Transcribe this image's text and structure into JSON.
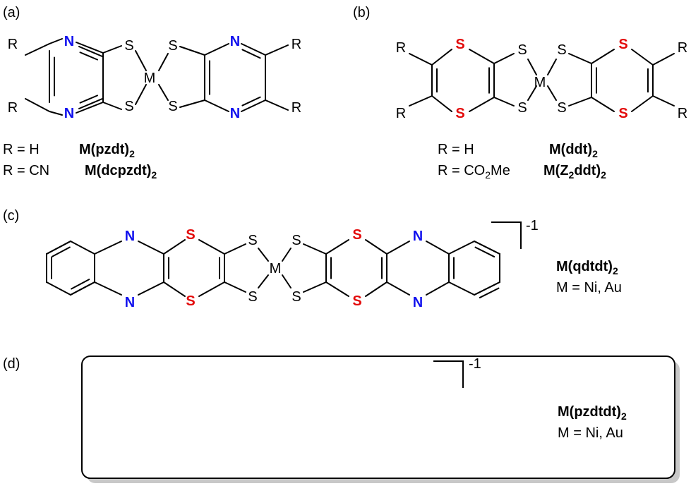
{
  "colors": {
    "nitrogen": "#1010ee",
    "sulfur": "#e30b0b",
    "bond": "#000000",
    "panel_shadow": "#c8c8c8"
  },
  "atoms": {
    "N": "N",
    "S": "S",
    "M": "M",
    "R": "R"
  },
  "panel_a": {
    "tag": "(a)",
    "r_lines": [
      {
        "r_text": "R = H",
        "compound": "M(pzdt)",
        "sub": "2"
      },
      {
        "r_text": "R = CN",
        "compound": "M(dcpzdt)",
        "sub": "2"
      }
    ]
  },
  "panel_b": {
    "tag": "(b)",
    "line1": {
      "r_text": "R = H",
      "compound": "M(ddt)",
      "sub": "2"
    },
    "line2": {
      "r_pre": "R = CO",
      "r_sub": "2",
      "r_post": "Me",
      "compound_pre": "M(Z",
      "compound_sub1": "2",
      "compound_post": "ddt)",
      "compound_sub2": "2"
    }
  },
  "panel_c": {
    "tag": "(c)",
    "charge": "-1",
    "compound": "M(qdtdt)",
    "sub": "2",
    "metal_note": "M = Ni, Au"
  },
  "panel_d": {
    "tag": "(d)",
    "charge": "-1",
    "compound": "M(pzdtdt)",
    "sub": "2",
    "metal_note": "M = Ni, Au"
  }
}
